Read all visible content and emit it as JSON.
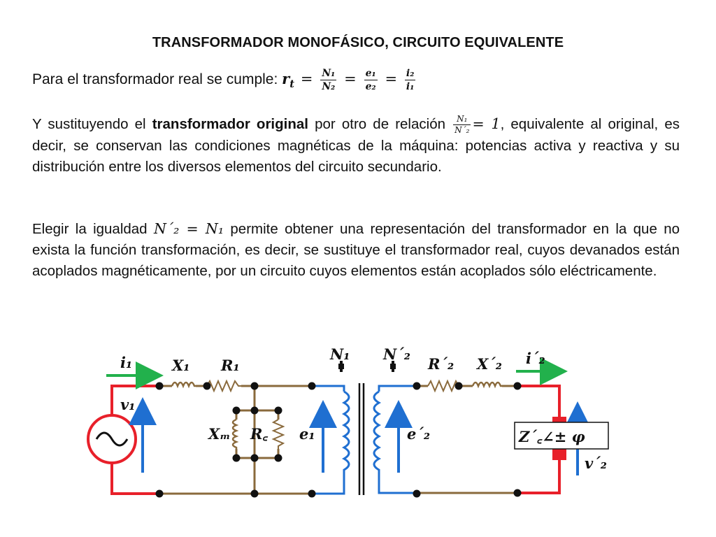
{
  "title": "TRANSFORMADOR MONOFÁSICO, CIRCUITO EQUIVALENTE",
  "intro": {
    "text": "Para el transformador real se cumple:",
    "rt": "r",
    "rt_sub": "t",
    "f1_num": "N₁",
    "f1_den": "N₂",
    "f2_num": "e₁",
    "f2_den": "e₂",
    "f3_num": "i₂",
    "f3_den": "i₁"
  },
  "para1": {
    "a": "Y sustituyendo el",
    "bold": "transformador original",
    "b": "por otro de relación",
    "frac_num": "N₁",
    "frac_den": "N´₂",
    "eq": "= 1",
    "c": ", equivalente al original, es decir, se conservan las condiciones magnéticas de la máquina: potencias activa y reactiva y su distribución entre los diversos elementos del circuito secundario."
  },
  "para2": {
    "a": "Elegir la igualdad",
    "math": "N´₂ = N₁",
    "b": "permite obtener una representación del transformador en la que no exista la función transformación, es decir, se sustituye el transformador real, cuyos devanados están acoplados magnéticamente, por un circuito cuyos elementos están acoplados sólo eléctricamente."
  },
  "circuit": {
    "labels": {
      "i1": "i₁",
      "X1": "X₁",
      "R1": "R₁",
      "N1": "N₁",
      "N2p": "N´₂",
      "R2p": "R´₂",
      "X2p": "X´₂",
      "i2p": "i´₂",
      "v1": "v₁",
      "Xm": "Xₘ",
      "Rc": "R꜀",
      "e1": "e₁",
      "e2p": "e´₂",
      "load": "Z´꜀∠± φ",
      "v2p": "v´₂"
    },
    "colors": {
      "wire_red": "#e8202a",
      "wire_brown": "#8a6a3c",
      "arrow_green": "#22b14c",
      "arrow_blue": "#1f6fd1",
      "coil_blue": "#1f6fd1",
      "load_red": "#e8202a"
    }
  }
}
